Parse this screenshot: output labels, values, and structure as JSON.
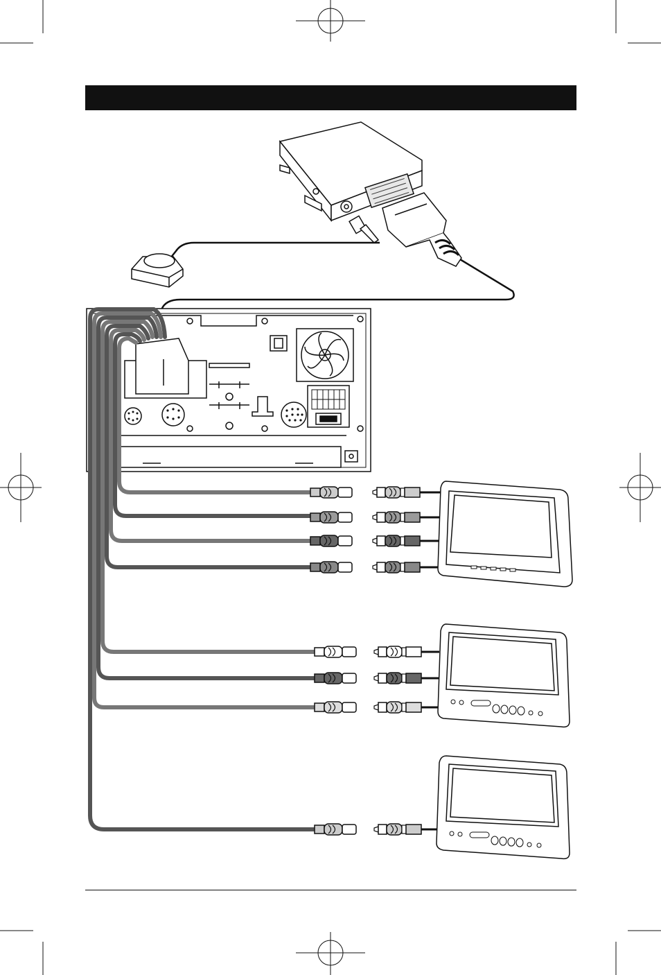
{
  "page": {
    "header_title": "",
    "footer_text": ""
  },
  "diagram": {
    "components": [
      {
        "id": "gps-receiver-box",
        "icon": "control-box-icon"
      },
      {
        "id": "gps-antenna",
        "icon": "antenna-puck-icon"
      },
      {
        "id": "head-unit-rear-panel",
        "icon": "head-unit-rear-icon"
      },
      {
        "id": "rear-monitor-1",
        "icon": "monitor-icon"
      },
      {
        "id": "rear-monitor-2",
        "icon": "monitor-icon"
      },
      {
        "id": "rear-monitor-3",
        "icon": "monitor-icon"
      }
    ],
    "colors": {
      "line": "#111111",
      "cable_dark": "#555555",
      "cable_mid": "#777777",
      "plug_dark": "#666666",
      "plug_mid": "#9a9a9a",
      "plug_light": "#cccccc",
      "plug_white": "#ffffff"
    }
  }
}
